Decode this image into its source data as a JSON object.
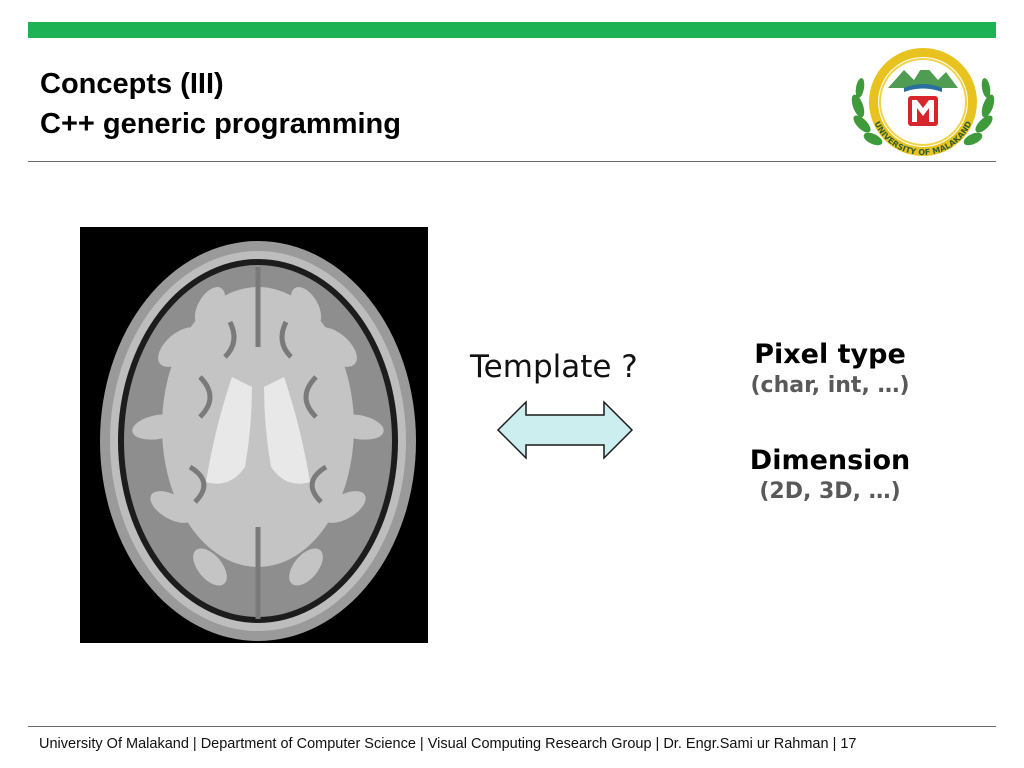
{
  "slide": {
    "title_line1": "Concepts (III)",
    "title_line2": "C++ generic programming",
    "accent_color": "#1db254"
  },
  "logo": {
    "text": "UNIVERSITY OF MALAKAND"
  },
  "diagram": {
    "template_label": "Template ?",
    "pixel_type": {
      "heading": "Pixel type",
      "examples": "(char, int, …)"
    },
    "dimension": {
      "heading": "Dimension",
      "examples": "(2D, 3D, …)"
    },
    "arrow_fill": "#cdeeee"
  },
  "footer": {
    "text": "University Of Malakand |  Department of Computer Science | Visual Computing Research Group | Dr. Engr.Sami ur Rahman  |  17"
  }
}
